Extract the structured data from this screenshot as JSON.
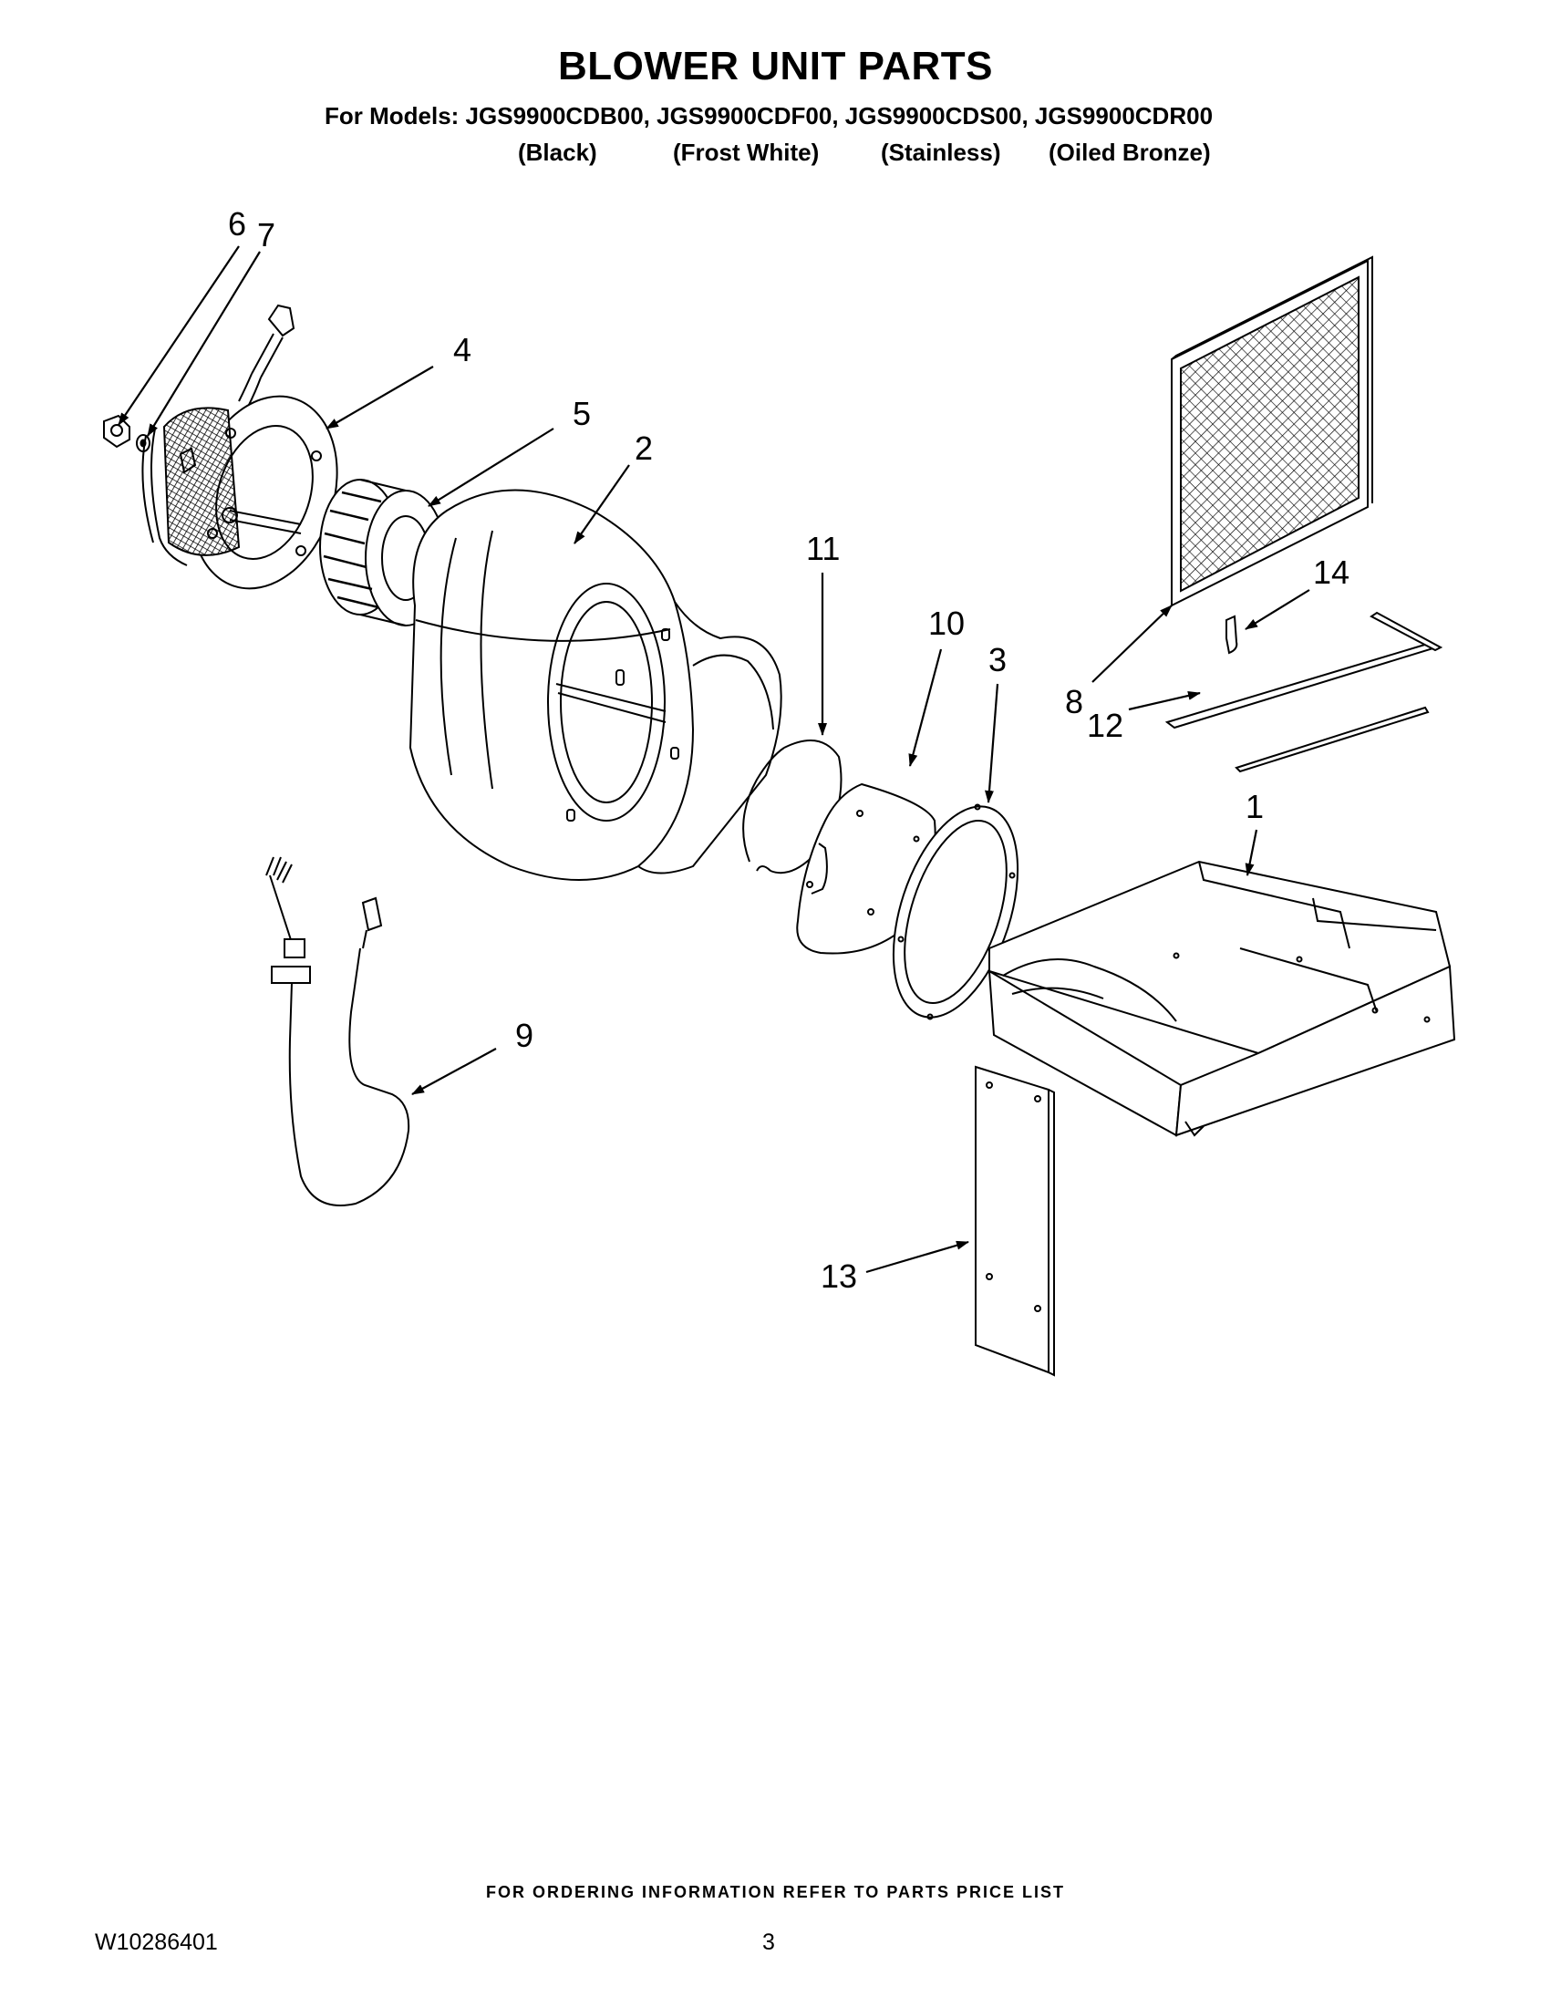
{
  "header": {
    "title": "BLOWER UNIT PARTS",
    "models_line": "For Models: JGS9900CDB00, JGS9900CDF00, JGS9900CDS00, JGS9900CDR00",
    "variants": [
      "(Black)",
      "(Frost White)",
      "(Stainless)",
      "(Oiled Bronze)"
    ]
  },
  "callouts": {
    "c1": "1",
    "c2": "2",
    "c3": "3",
    "c4": "4",
    "c5": "5",
    "c6": "6",
    "c7": "7",
    "c8": "8",
    "c9": "9",
    "c10": "10",
    "c11": "11",
    "c12": "12",
    "c13": "13",
    "c14": "14"
  },
  "footer": {
    "ordering_note": "FOR ORDERING INFORMATION REFER TO PARTS PRICE LIST",
    "doc_number": "W10286401",
    "page_number": "3"
  }
}
